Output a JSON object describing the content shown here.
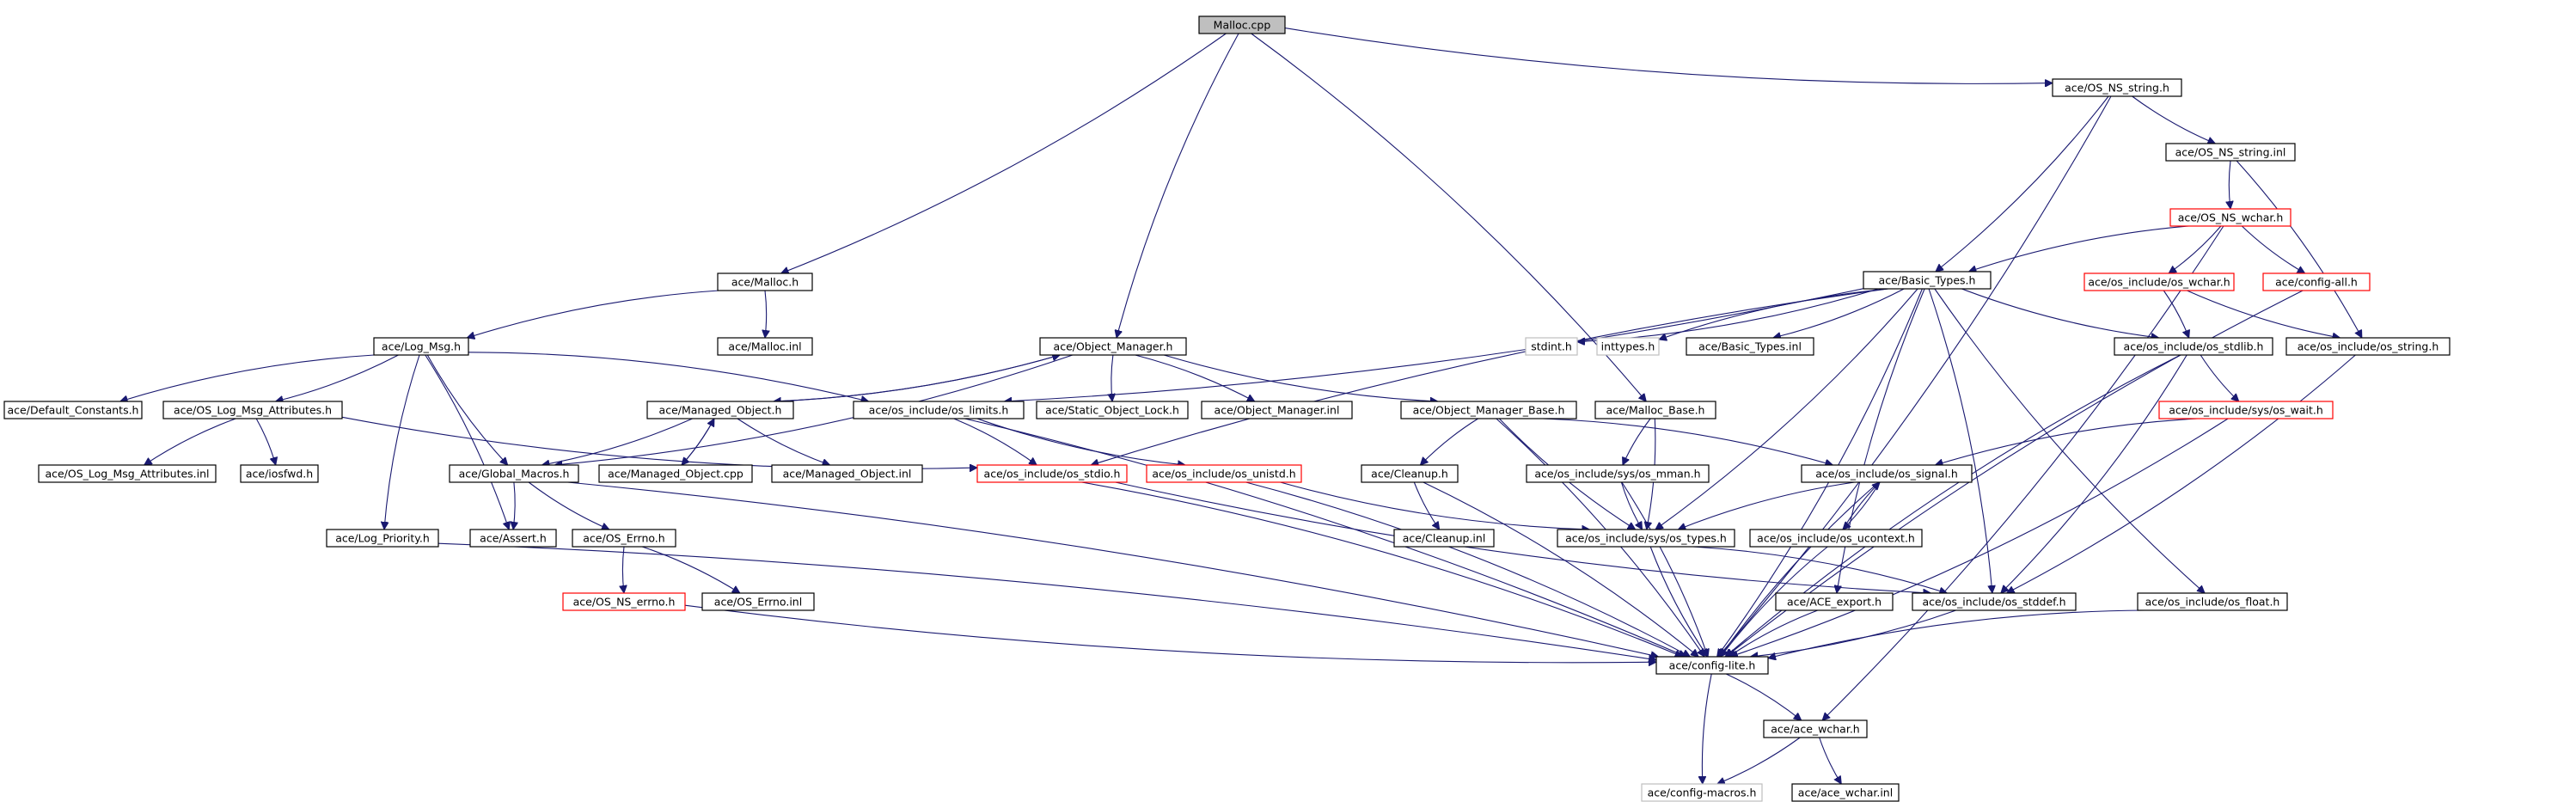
{
  "colors": {
    "edge": "#191970",
    "box_default": "#000000",
    "box_red": "#ff0000",
    "box_gray": "#bfbfbf",
    "root_fill": "#bfbfbf",
    "node_fill": "#ffffff"
  },
  "nodes": [
    {
      "id": "malloc_cpp",
      "label": "Malloc.cpp",
      "style": "root"
    },
    {
      "id": "os_ns_string_h",
      "label": "ace/OS_NS_string.h",
      "style": "black"
    },
    {
      "id": "os_ns_string_inl",
      "label": "ace/OS_NS_string.inl",
      "style": "black"
    },
    {
      "id": "os_ns_wchar_h",
      "label": "ace/OS_NS_wchar.h",
      "style": "red"
    },
    {
      "id": "basic_types_h",
      "label": "ace/Basic_Types.h",
      "style": "black"
    },
    {
      "id": "os_wchar_h",
      "label": "ace/os_include/os_wchar.h",
      "style": "red"
    },
    {
      "id": "config_all_h",
      "label": "ace/config-all.h",
      "style": "red"
    },
    {
      "id": "malloc_h",
      "label": "ace/Malloc.h",
      "style": "black"
    },
    {
      "id": "malloc_inl",
      "label": "ace/Malloc.inl",
      "style": "black"
    },
    {
      "id": "log_msg_h",
      "label": "ace/Log_Msg.h",
      "style": "black"
    },
    {
      "id": "object_manager_h",
      "label": "ace/Object_Manager.h",
      "style": "black"
    },
    {
      "id": "stdint_h",
      "label": "stdint.h",
      "style": "gray"
    },
    {
      "id": "inttypes_h",
      "label": "inttypes.h",
      "style": "gray"
    },
    {
      "id": "basic_types_inl",
      "label": "ace/Basic_Types.inl",
      "style": "black"
    },
    {
      "id": "os_stdlib_h",
      "label": "ace/os_include/os_stdlib.h",
      "style": "black"
    },
    {
      "id": "os_string_h",
      "label": "ace/os_include/os_string.h",
      "style": "black"
    },
    {
      "id": "default_constants_h",
      "label": "ace/Default_Constants.h",
      "style": "black"
    },
    {
      "id": "os_log_msg_attributes_h",
      "label": "ace/OS_Log_Msg_Attributes.h",
      "style": "black"
    },
    {
      "id": "managed_object_h",
      "label": "ace/Managed_Object.h",
      "style": "black"
    },
    {
      "id": "os_limits_h",
      "label": "ace/os_include/os_limits.h",
      "style": "black"
    },
    {
      "id": "static_object_lock_h",
      "label": "ace/Static_Object_Lock.h",
      "style": "black"
    },
    {
      "id": "object_manager_inl",
      "label": "ace/Object_Manager.inl",
      "style": "black"
    },
    {
      "id": "object_manager_base_h",
      "label": "ace/Object_Manager_Base.h",
      "style": "black"
    },
    {
      "id": "malloc_base_h",
      "label": "ace/Malloc_Base.h",
      "style": "black"
    },
    {
      "id": "os_wait_h",
      "label": "ace/os_include/sys/os_wait.h",
      "style": "red"
    },
    {
      "id": "os_log_msg_attributes_inl",
      "label": "ace/OS_Log_Msg_Attributes.inl",
      "style": "black"
    },
    {
      "id": "iosfwd_h",
      "label": "ace/iosfwd.h",
      "style": "black"
    },
    {
      "id": "global_macros_h",
      "label": "ace/Global_Macros.h",
      "style": "black"
    },
    {
      "id": "managed_object_cpp",
      "label": "ace/Managed_Object.cpp",
      "style": "black"
    },
    {
      "id": "managed_object_inl",
      "label": "ace/Managed_Object.inl",
      "style": "black"
    },
    {
      "id": "os_stdio_h",
      "label": "ace/os_include/os_stdio.h",
      "style": "red"
    },
    {
      "id": "os_unistd_h",
      "label": "ace/os_include/os_unistd.h",
      "style": "red"
    },
    {
      "id": "cleanup_h",
      "label": "ace/Cleanup.h",
      "style": "black"
    },
    {
      "id": "os_mman_h",
      "label": "ace/os_include/sys/os_mman.h",
      "style": "black"
    },
    {
      "id": "os_signal_h",
      "label": "ace/os_include/os_signal.h",
      "style": "black"
    },
    {
      "id": "log_priority_h",
      "label": "ace/Log_Priority.h",
      "style": "black"
    },
    {
      "id": "assert_h",
      "label": "ace/Assert.h",
      "style": "black"
    },
    {
      "id": "os_errno_h",
      "label": "ace/OS_Errno.h",
      "style": "black"
    },
    {
      "id": "cleanup_inl",
      "label": "ace/Cleanup.inl",
      "style": "black"
    },
    {
      "id": "os_types_h",
      "label": "ace/os_include/sys/os_types.h",
      "style": "black"
    },
    {
      "id": "os_ucontext_h",
      "label": "ace/os_include/os_ucontext.h",
      "style": "black"
    },
    {
      "id": "os_ns_errno_h",
      "label": "ace/OS_NS_errno.h",
      "style": "red"
    },
    {
      "id": "os_errno_inl",
      "label": "ace/OS_Errno.inl",
      "style": "black"
    },
    {
      "id": "ace_export_h",
      "label": "ace/ACE_export.h",
      "style": "black"
    },
    {
      "id": "os_stddef_h",
      "label": "ace/os_include/os_stddef.h",
      "style": "black"
    },
    {
      "id": "os_float_h",
      "label": "ace/os_include/os_float.h",
      "style": "black"
    },
    {
      "id": "config_lite_h",
      "label": "ace/config-lite.h",
      "style": "black"
    },
    {
      "id": "ace_wchar_h",
      "label": "ace/ace_wchar.h",
      "style": "black"
    },
    {
      "id": "config_macros_h",
      "label": "ace/config-macros.h",
      "style": "gray"
    },
    {
      "id": "ace_wchar_inl",
      "label": "ace/ace_wchar.inl",
      "style": "black"
    }
  ],
  "edges": [
    [
      "malloc_cpp",
      "malloc_h"
    ],
    [
      "malloc_cpp",
      "object_manager_h"
    ],
    [
      "malloc_cpp",
      "malloc_base_h"
    ],
    [
      "malloc_cpp",
      "os_ns_string_h"
    ],
    [
      "os_ns_string_h",
      "basic_types_h"
    ],
    [
      "os_ns_string_h",
      "os_ns_string_inl"
    ],
    [
      "os_ns_string_h",
      "config_lite_h"
    ],
    [
      "os_ns_string_inl",
      "os_ns_wchar_h"
    ],
    [
      "os_ns_string_inl",
      "os_string_h"
    ],
    [
      "os_ns_wchar_h",
      "basic_types_h"
    ],
    [
      "os_ns_wchar_h",
      "os_wchar_h"
    ],
    [
      "os_ns_wchar_h",
      "config_all_h"
    ],
    [
      "os_ns_wchar_h",
      "ace_wchar_h"
    ],
    [
      "config_all_h",
      "config_lite_h"
    ],
    [
      "os_wchar_h",
      "os_stdlib_h"
    ],
    [
      "os_wchar_h",
      "os_string_h"
    ],
    [
      "basic_types_h",
      "stdint_h"
    ],
    [
      "basic_types_h",
      "inttypes_h"
    ],
    [
      "basic_types_h",
      "basic_types_inl"
    ],
    [
      "basic_types_h",
      "os_stdlib_h"
    ],
    [
      "basic_types_h",
      "os_limits_h"
    ],
    [
      "basic_types_h",
      "os_stdio_h"
    ],
    [
      "basic_types_h",
      "os_types_h"
    ],
    [
      "basic_types_h",
      "ace_export_h"
    ],
    [
      "basic_types_h",
      "os_stddef_h"
    ],
    [
      "basic_types_h",
      "os_float_h"
    ],
    [
      "basic_types_h",
      "config_lite_h"
    ],
    [
      "os_stdlib_h",
      "os_wait_h"
    ],
    [
      "os_stdlib_h",
      "os_stddef_h"
    ],
    [
      "os_stdlib_h",
      "config_lite_h"
    ],
    [
      "os_string_h",
      "os_stddef_h"
    ],
    [
      "os_wait_h",
      "os_signal_h"
    ],
    [
      "os_wait_h",
      "config_lite_h"
    ],
    [
      "malloc_h",
      "log_msg_h"
    ],
    [
      "malloc_h",
      "malloc_inl"
    ],
    [
      "log_msg_h",
      "default_constants_h"
    ],
    [
      "log_msg_h",
      "os_log_msg_attributes_h"
    ],
    [
      "log_msg_h",
      "log_priority_h"
    ],
    [
      "log_msg_h",
      "assert_h"
    ],
    [
      "log_msg_h",
      "global_macros_h"
    ],
    [
      "log_msg_h",
      "os_limits_h"
    ],
    [
      "os_log_msg_attributes_h",
      "os_log_msg_attributes_inl"
    ],
    [
      "os_log_msg_attributes_h",
      "iosfwd_h"
    ],
    [
      "os_log_msg_attributes_h",
      "os_stdio_h"
    ],
    [
      "object_manager_h",
      "managed_object_h"
    ],
    [
      "object_manager_h",
      "static_object_lock_h"
    ],
    [
      "object_manager_h",
      "object_manager_inl"
    ],
    [
      "object_manager_h",
      "object_manager_base_h"
    ],
    [
      "object_manager_h",
      "global_macros_h"
    ],
    [
      "managed_object_h",
      "object_manager_h"
    ],
    [
      "managed_object_h",
      "managed_object_cpp"
    ],
    [
      "managed_object_h",
      "managed_object_inl"
    ],
    [
      "managed_object_h",
      "global_macros_h"
    ],
    [
      "managed_object_cpp",
      "managed_object_h"
    ],
    [
      "os_limits_h",
      "os_stdio_h"
    ],
    [
      "os_limits_h",
      "os_unistd_h"
    ],
    [
      "os_limits_h",
      "config_lite_h"
    ],
    [
      "os_stdio_h",
      "os_stddef_h"
    ],
    [
      "os_stdio_h",
      "config_lite_h"
    ],
    [
      "os_unistd_h",
      "os_types_h"
    ],
    [
      "os_unistd_h",
      "config_lite_h"
    ],
    [
      "object_manager_base_h",
      "cleanup_h"
    ],
    [
      "object_manager_base_h",
      "os_signal_h"
    ],
    [
      "object_manager_base_h",
      "os_types_h"
    ],
    [
      "object_manager_base_h",
      "config_lite_h"
    ],
    [
      "malloc_base_h",
      "os_mman_h"
    ],
    [
      "malloc_base_h",
      "os_types_h"
    ],
    [
      "cleanup_h",
      "cleanup_inl"
    ],
    [
      "cleanup_h",
      "config_lite_h"
    ],
    [
      "os_mman_h",
      "os_types_h"
    ],
    [
      "os_mman_h",
      "config_lite_h"
    ],
    [
      "os_signal_h",
      "os_types_h"
    ],
    [
      "os_signal_h",
      "os_ucontext_h"
    ],
    [
      "os_signal_h",
      "config_lite_h"
    ],
    [
      "os_ucontext_h",
      "os_signal_h"
    ],
    [
      "os_ucontext_h",
      "config_lite_h"
    ],
    [
      "os_types_h",
      "os_stddef_h"
    ],
    [
      "os_types_h",
      "config_lite_h"
    ],
    [
      "global_macros_h",
      "assert_h"
    ],
    [
      "global_macros_h",
      "os_errno_h"
    ],
    [
      "global_macros_h",
      "config_lite_h"
    ],
    [
      "os_errno_h",
      "os_ns_errno_h"
    ],
    [
      "os_errno_h",
      "os_errno_inl"
    ],
    [
      "os_ns_errno_h",
      "config_lite_h"
    ],
    [
      "log_priority_h",
      "config_lite_h"
    ],
    [
      "ace_export_h",
      "config_lite_h"
    ],
    [
      "os_stddef_h",
      "config_lite_h"
    ],
    [
      "os_float_h",
      "config_lite_h"
    ],
    [
      "config_lite_h",
      "ace_wchar_h"
    ],
    [
      "config_lite_h",
      "config_macros_h"
    ],
    [
      "ace_wchar_h",
      "config_macros_h"
    ],
    [
      "ace_wchar_h",
      "ace_wchar_inl"
    ]
  ]
}
